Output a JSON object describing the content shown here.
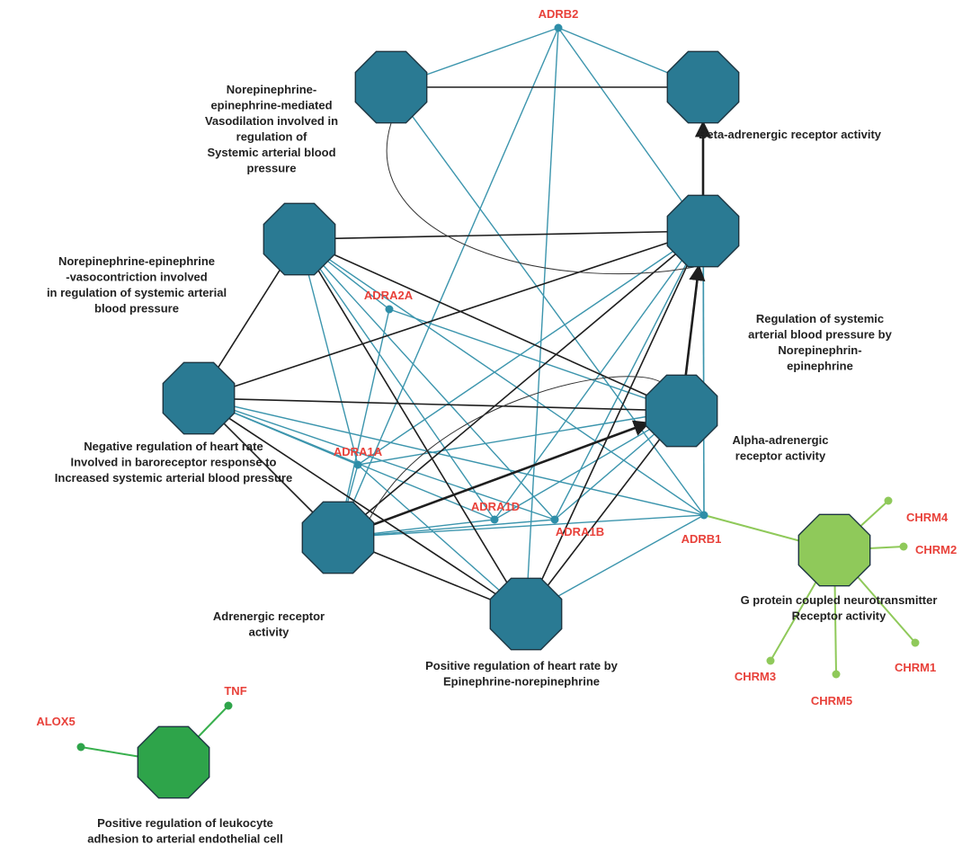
{
  "colors": {
    "term_node": "#2a7a93",
    "term_node_stroke": "#1b3440",
    "gene_node": "#2e8ea8",
    "edge_blue": "#3c95ad",
    "edge_dark": "#1e1e1e",
    "gpcr_node": "#8fc95a",
    "gpcr_edge": "#8fc95a",
    "leuko_node": "#2ea44a",
    "leuko_edge": "#39b04e",
    "gene_label": "#e8413a",
    "term_label": "#222222"
  },
  "terms": [
    {
      "id": "vasodil",
      "lines": [
        "Norepinephrine-",
        "epinephrine-mediated",
        "Vasodilation involved in",
        "regulation of",
        "Systemic arterial blood",
        "pressure"
      ]
    },
    {
      "id": "beta",
      "lines": [
        "Beta-adrenergic receptor activity"
      ]
    },
    {
      "id": "vasocon",
      "lines": [
        "Norepinephrine-epinephrine",
        "-vasocontriction  involved",
        "in regulation of systemic arterial",
        "blood pressure"
      ]
    },
    {
      "id": "regsys",
      "lines": [
        "Regulation of systemic",
        "arterial blood pressure by",
        "Norepinephrin-",
        "epinephrine"
      ]
    },
    {
      "id": "negreg",
      "lines": [
        "Negative regulation of heart rate",
        "Involved in baroreceptor response to",
        "Increased systemic arterial blood pressure"
      ]
    },
    {
      "id": "alpha",
      "lines": [
        "Alpha-adrenergic",
        "receptor activity"
      ]
    },
    {
      "id": "adrrec",
      "lines": [
        "Adrenergic receptor",
        "activity"
      ]
    },
    {
      "id": "posreg",
      "lines": [
        "Positive regulation of heart rate by",
        "Epinephrine-norepinephrine"
      ]
    },
    {
      "id": "gpcr",
      "lines": [
        "G protein coupled neurotransmitter",
        "Receptor activity"
      ]
    },
    {
      "id": "leuko",
      "lines": [
        "Positive regulation of leukocyte",
        "adhesion to arterial endothelial cell"
      ]
    }
  ],
  "genes": [
    {
      "id": "ADRB2",
      "label": "ADRB2"
    },
    {
      "id": "ADRA2A",
      "label": "ADRA2A"
    },
    {
      "id": "ADRA1A",
      "label": "ADRA1A"
    },
    {
      "id": "ADRA1D",
      "label": "ADRA1D"
    },
    {
      "id": "ADRA1B",
      "label": "ADRA1B"
    },
    {
      "id": "ADRB1",
      "label": "ADRB1"
    },
    {
      "id": "CHRM4",
      "label": "CHRM4"
    },
    {
      "id": "CHRM2",
      "label": "CHRM2"
    },
    {
      "id": "CHRM1",
      "label": "CHRM1"
    },
    {
      "id": "CHRM5",
      "label": "CHRM5"
    },
    {
      "id": "CHRM3",
      "label": "CHRM3"
    },
    {
      "id": "TNF",
      "label": "TNF"
    },
    {
      "id": "ALOX5",
      "label": "ALOX5"
    }
  ],
  "edges": {
    "gene_term": [
      [
        "ADRB2",
        "vasodil"
      ],
      [
        "ADRB2",
        "beta"
      ],
      [
        "ADRB2",
        "regsys"
      ],
      [
        "ADRB2",
        "posreg"
      ],
      [
        "ADRB2",
        "adrrec"
      ],
      [
        "ADRA2A",
        "vasocon"
      ],
      [
        "ADRA2A",
        "alpha"
      ],
      [
        "ADRA2A",
        "adrrec"
      ],
      [
        "ADRA1A",
        "negreg"
      ],
      [
        "ADRA1A",
        "regsys"
      ],
      [
        "ADRA1A",
        "alpha"
      ],
      [
        "ADRA1A",
        "adrrec"
      ],
      [
        "ADRA1A",
        "posreg"
      ],
      [
        "ADRA1A",
        "vasocon"
      ],
      [
        "ADRA1D",
        "negreg"
      ],
      [
        "ADRA1D",
        "regsys"
      ],
      [
        "ADRA1D",
        "alpha"
      ],
      [
        "ADRA1D",
        "adrrec"
      ],
      [
        "ADRA1D",
        "vasocon"
      ],
      [
        "ADRA1B",
        "negreg"
      ],
      [
        "ADRA1B",
        "regsys"
      ],
      [
        "ADRA1B",
        "alpha"
      ],
      [
        "ADRA1B",
        "adrrec"
      ],
      [
        "ADRA1B",
        "vasocon"
      ],
      [
        "ADRB1",
        "beta"
      ],
      [
        "ADRB1",
        "regsys"
      ],
      [
        "ADRB1",
        "posreg"
      ],
      [
        "ADRB1",
        "adrrec"
      ],
      [
        "ADRB1",
        "vasocon"
      ],
      [
        "ADRB1",
        "vasodil"
      ],
      [
        "ADRB1",
        "negreg"
      ]
    ],
    "term_term": [
      [
        "vasodil",
        "beta"
      ],
      [
        "vasocon",
        "regsys"
      ],
      [
        "vasocon",
        "negreg"
      ],
      [
        "vasocon",
        "alpha"
      ],
      [
        "vasocon",
        "posreg"
      ],
      [
        "negreg",
        "regsys"
      ],
      [
        "negreg",
        "alpha"
      ],
      [
        "negreg",
        "adrrec"
      ],
      [
        "negreg",
        "posreg"
      ],
      [
        "adrrec",
        "regsys"
      ],
      [
        "adrrec",
        "posreg"
      ],
      [
        "alpha",
        "regsys"
      ],
      [
        "posreg",
        "regsys"
      ],
      [
        "posreg",
        "alpha"
      ]
    ],
    "directed": [
      [
        "regsys",
        "beta"
      ],
      [
        "alpha",
        "regsys"
      ],
      [
        "adrrec",
        "alpha"
      ]
    ],
    "curves": [
      [
        "vasodil",
        "regsys"
      ],
      [
        "adrrec",
        "alpha"
      ]
    ],
    "gpcr": [
      [
        "gpcr",
        "ADRB1"
      ],
      [
        "gpcr",
        "CHRM4"
      ],
      [
        "gpcr",
        "CHRM2"
      ],
      [
        "gpcr",
        "CHRM1"
      ],
      [
        "gpcr",
        "CHRM5"
      ],
      [
        "gpcr",
        "CHRM3"
      ]
    ],
    "leuko": [
      [
        "leuko",
        "TNF"
      ],
      [
        "leuko",
        "ALOX5"
      ]
    ]
  }
}
